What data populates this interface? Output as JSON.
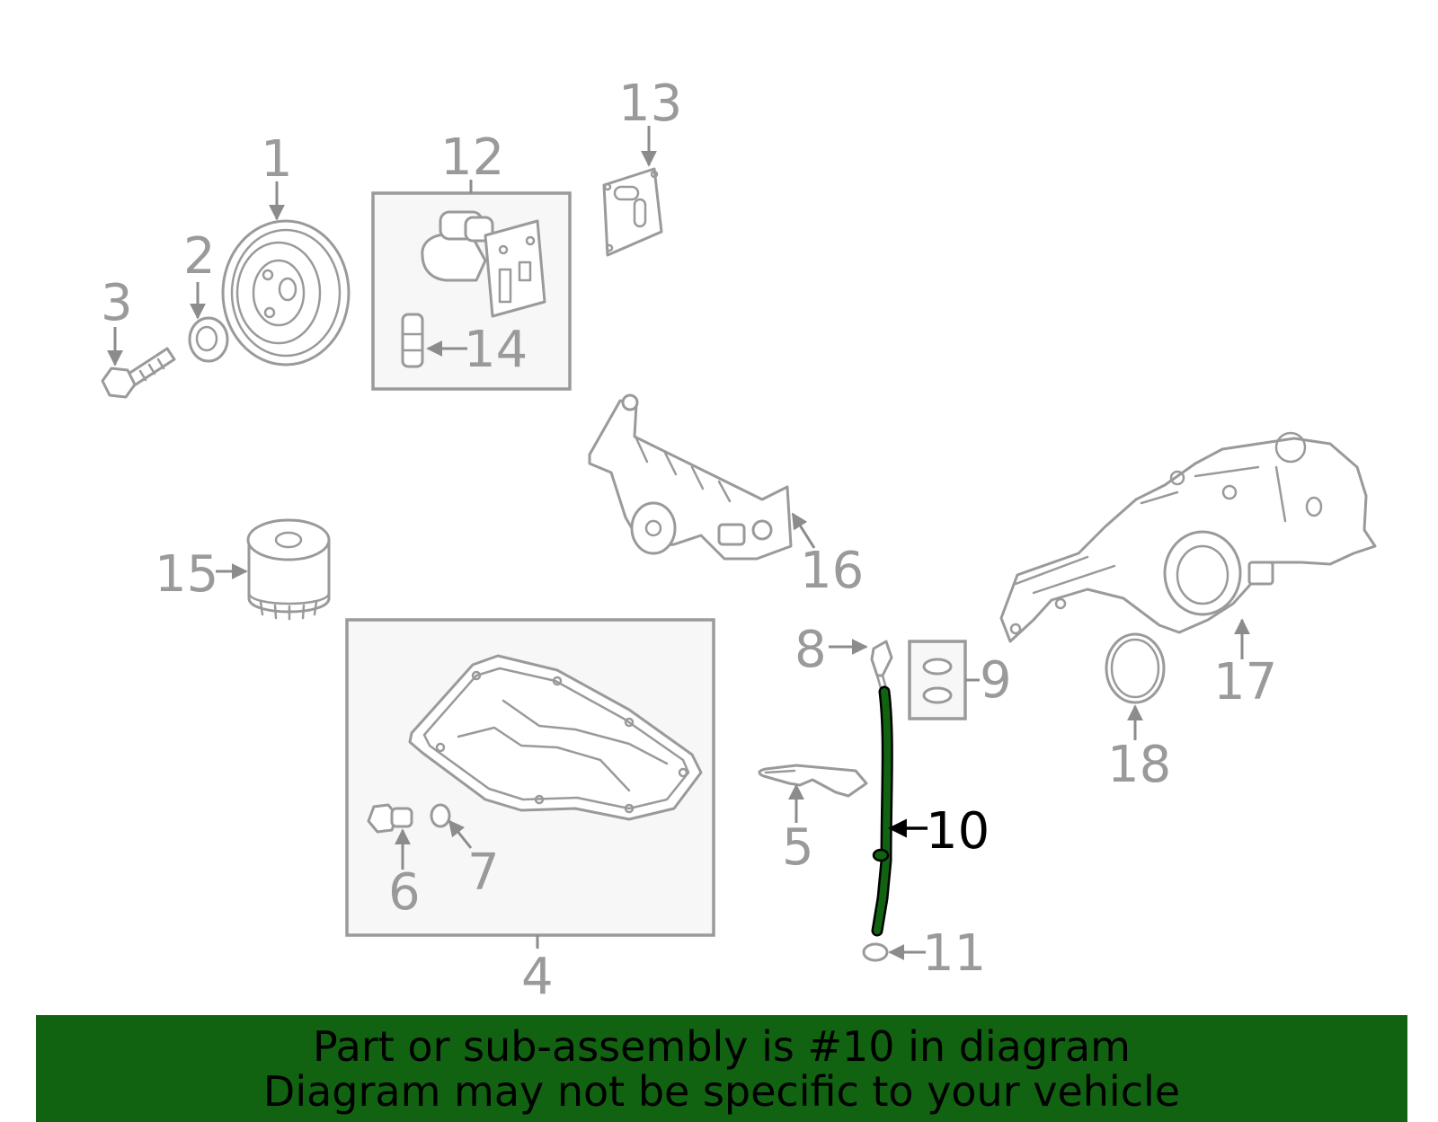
{
  "diagram": {
    "highlighted_part": "10",
    "highlight_color": "#116311",
    "callouts": {
      "p1": "1",
      "p2": "2",
      "p3": "3",
      "p4": "4",
      "p5": "5",
      "p6": "6",
      "p7": "7",
      "p8": "8",
      "p9": "9",
      "p10": "10",
      "p11": "11",
      "p12": "12",
      "p13": "13",
      "p14": "14",
      "p15": "15",
      "p16": "16",
      "p17": "17",
      "p18": "18"
    }
  },
  "banner": {
    "line1": "Part or sub-assembly is #10 in diagram",
    "line2": "Diagram may not be specific to your vehicle",
    "background": "#116311"
  }
}
